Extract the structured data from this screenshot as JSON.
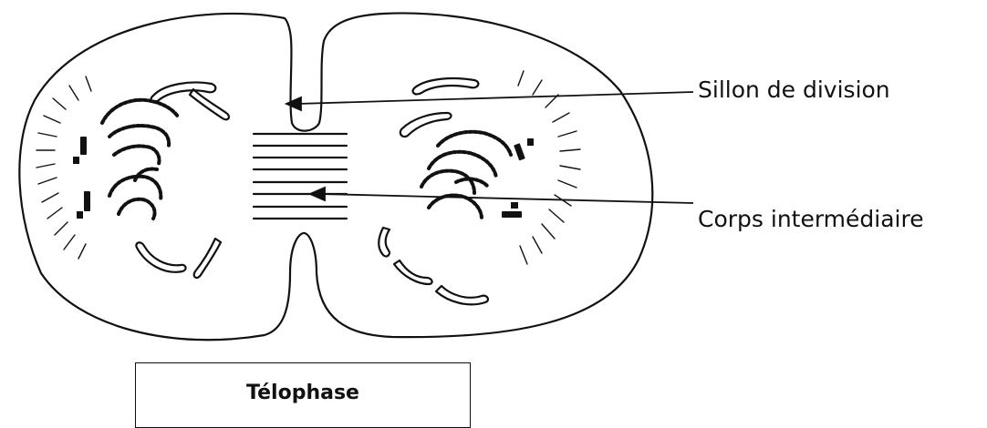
{
  "labels": {
    "furrow": "Sillon de division",
    "midbody": "Corps intermédiaire"
  },
  "title": "Télophase",
  "colors": {
    "ink": "#111111",
    "background": "#ffffff"
  }
}
